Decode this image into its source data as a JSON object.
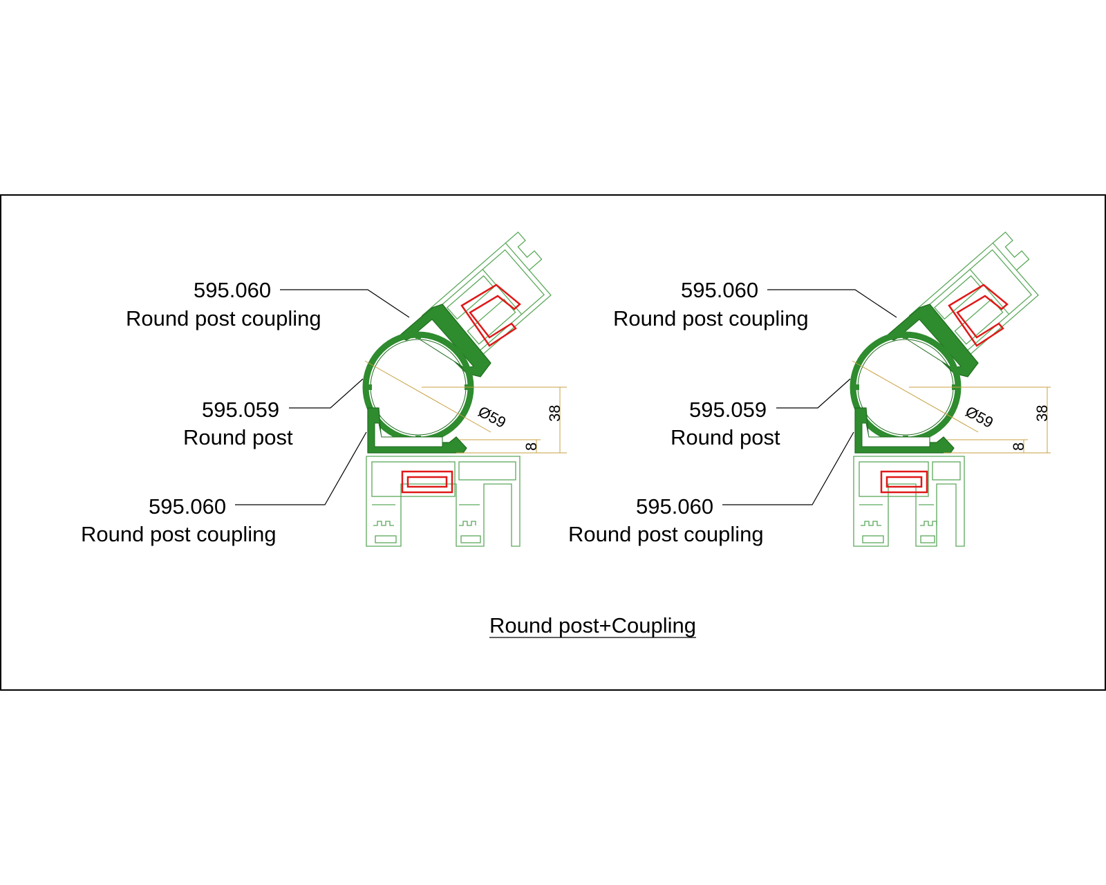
{
  "title": "Round post+Coupling",
  "colors": {
    "profile_dark": "#2e8b2e",
    "profile_light": "#5aa85a",
    "steel": "#e01818",
    "dimension": "#c8a040",
    "frame": "#000000"
  },
  "views": [
    {
      "callouts": [
        {
          "code": "595.060",
          "description": "Round post coupling"
        },
        {
          "code": "595.059",
          "description": "Round post"
        },
        {
          "code": "595.060",
          "description": "Round post coupling"
        }
      ],
      "dimensions": {
        "diameter": "Ø59",
        "height": "38",
        "offset": "8"
      }
    },
    {
      "callouts": [
        {
          "code": "595.060",
          "description": "Round post coupling"
        },
        {
          "code": "595.059",
          "description": "Round post"
        },
        {
          "code": "595.060",
          "description": "Round post coupling"
        }
      ],
      "dimensions": {
        "diameter": "Ø59",
        "height": "38",
        "offset": "8"
      }
    }
  ]
}
